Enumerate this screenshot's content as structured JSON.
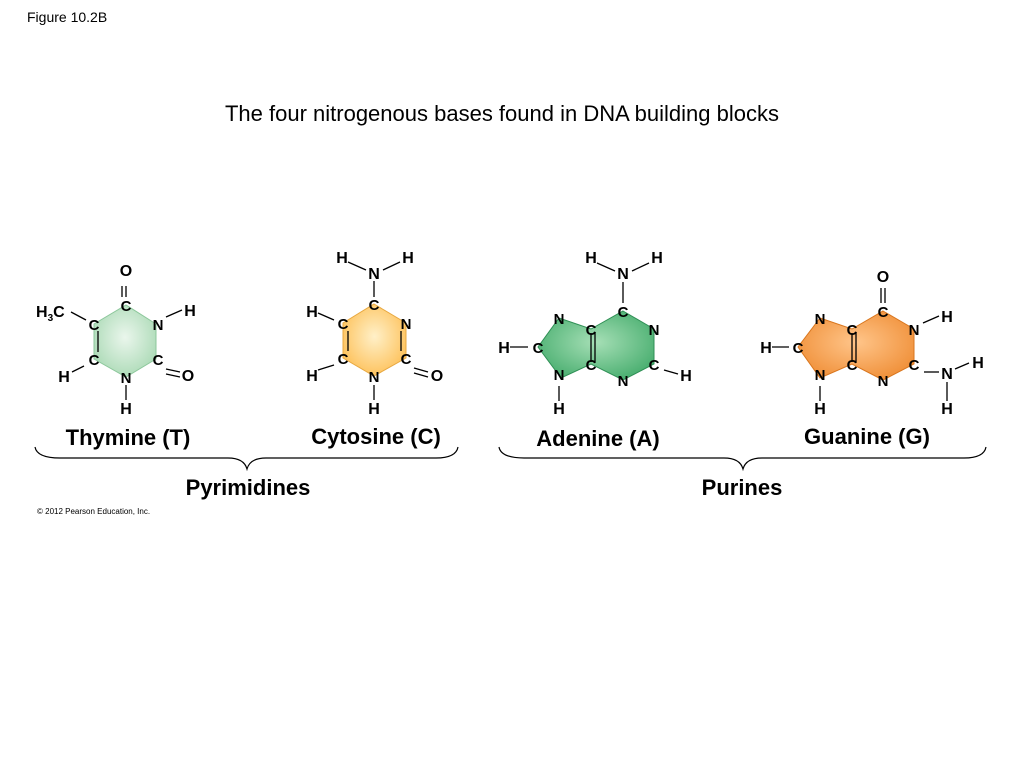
{
  "figure_label": "Figure 10.2B",
  "title": "The four nitrogenous bases found in DNA building blocks",
  "copyright": "© 2012 Pearson Education, Inc.",
  "colors": {
    "pyrimidine_thymine": "#c8e6cf",
    "pyrimidine_cytosine": "#ffd27a",
    "purine_adenine": "#6fc48a",
    "purine_guanine": "#f5a050"
  },
  "groups": [
    {
      "label": "Pyrimidines",
      "members": [
        "Thymine (T)",
        "Cytosine (C)"
      ]
    },
    {
      "label": "Purines",
      "members": [
        "Adenine (A)",
        "Guanine (G)"
      ]
    }
  ],
  "molecules": [
    {
      "name": "Thymine (T)",
      "methyl_label": "H3C",
      "methyl_prefix": "H",
      "methyl_sub": "3",
      "methyl_suffix": "C"
    },
    {
      "name": "Cytosine (C)"
    },
    {
      "name": "Adenine (A)"
    },
    {
      "name": "Guanine (G)"
    }
  ],
  "atoms": {
    "carbon": "C",
    "nitrogen": "N",
    "oxygen": "O",
    "hydrogen": "H"
  }
}
